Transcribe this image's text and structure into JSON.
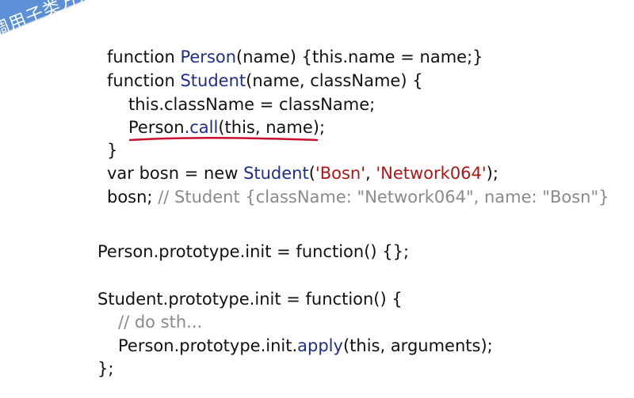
{
  "slide": {
    "title": "调用子类方法",
    "colors": {
      "ribbon": "#5b8fd6",
      "keyword_fn": "#1f2e8a",
      "string": "#b01515",
      "comment": "#8a8a8a",
      "underline": "#c8102e"
    }
  },
  "code": {
    "l1": {
      "a": "function ",
      "b": "Person",
      "c": "(name) {this.name = name;}"
    },
    "l2": {
      "a": "function ",
      "b": "Student",
      "c": "(name, className) {"
    },
    "l3": {
      "a": "this.className = className;"
    },
    "l4": {
      "a": "Person",
      "b": ".call",
      "c": "(this, name);"
    },
    "l5": {
      "a": "}"
    },
    "l6": {
      "a": "var bosn = new ",
      "b": "Student",
      "c": "(",
      "d": "'Bosn'",
      "e": ", ",
      "f": "'Network064'",
      "g": ");"
    },
    "l7": {
      "a": "bosn; ",
      "b": "// Student {className: \"Network064\", name: \"Bosn\"}"
    },
    "l8": {
      "a": "Person.prototype.init = function() {};"
    },
    "l9": {
      "a": "Student.prototype.init = function() {"
    },
    "l10": {
      "a": "// do sth..."
    },
    "l11": {
      "a": "Person.prototype.init.",
      "b": "apply",
      "c": "(this, arguments);"
    },
    "l12": {
      "a": "};"
    }
  }
}
